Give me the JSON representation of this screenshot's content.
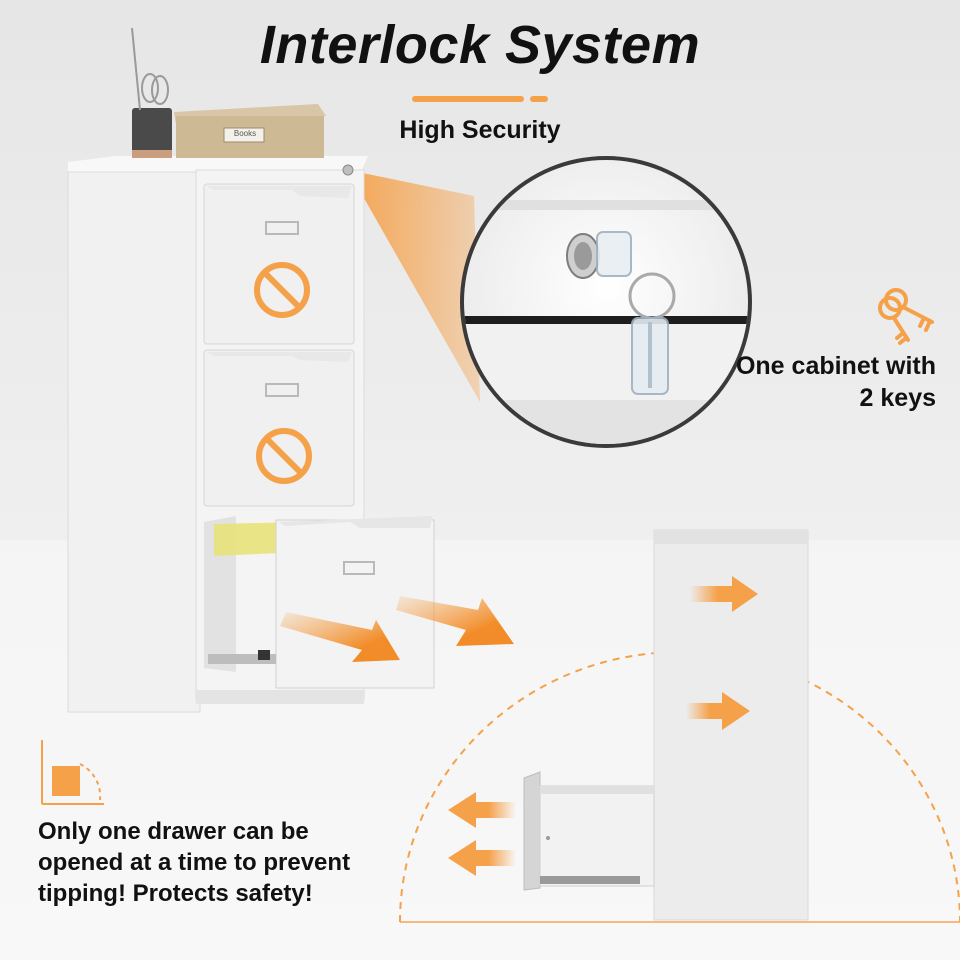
{
  "title": "Interlock System",
  "subtitle": "High Security",
  "keys_text": "One cabinet with\n2 keys",
  "safety_text": "Only one drawer can be\nopened at a time to prevent\ntipping! Protects safety!",
  "box_label": "Books",
  "colors": {
    "accent": "#f5a14a",
    "accent_dark": "#ee8f2e",
    "cabinet": "#f2f2f2",
    "background": "#ececec",
    "text": "#111111"
  },
  "icons": [
    "prohibited-icon",
    "keys-icon",
    "right-arrow-icon",
    "left-arrow-icon",
    "corner-angle-icon"
  ]
}
